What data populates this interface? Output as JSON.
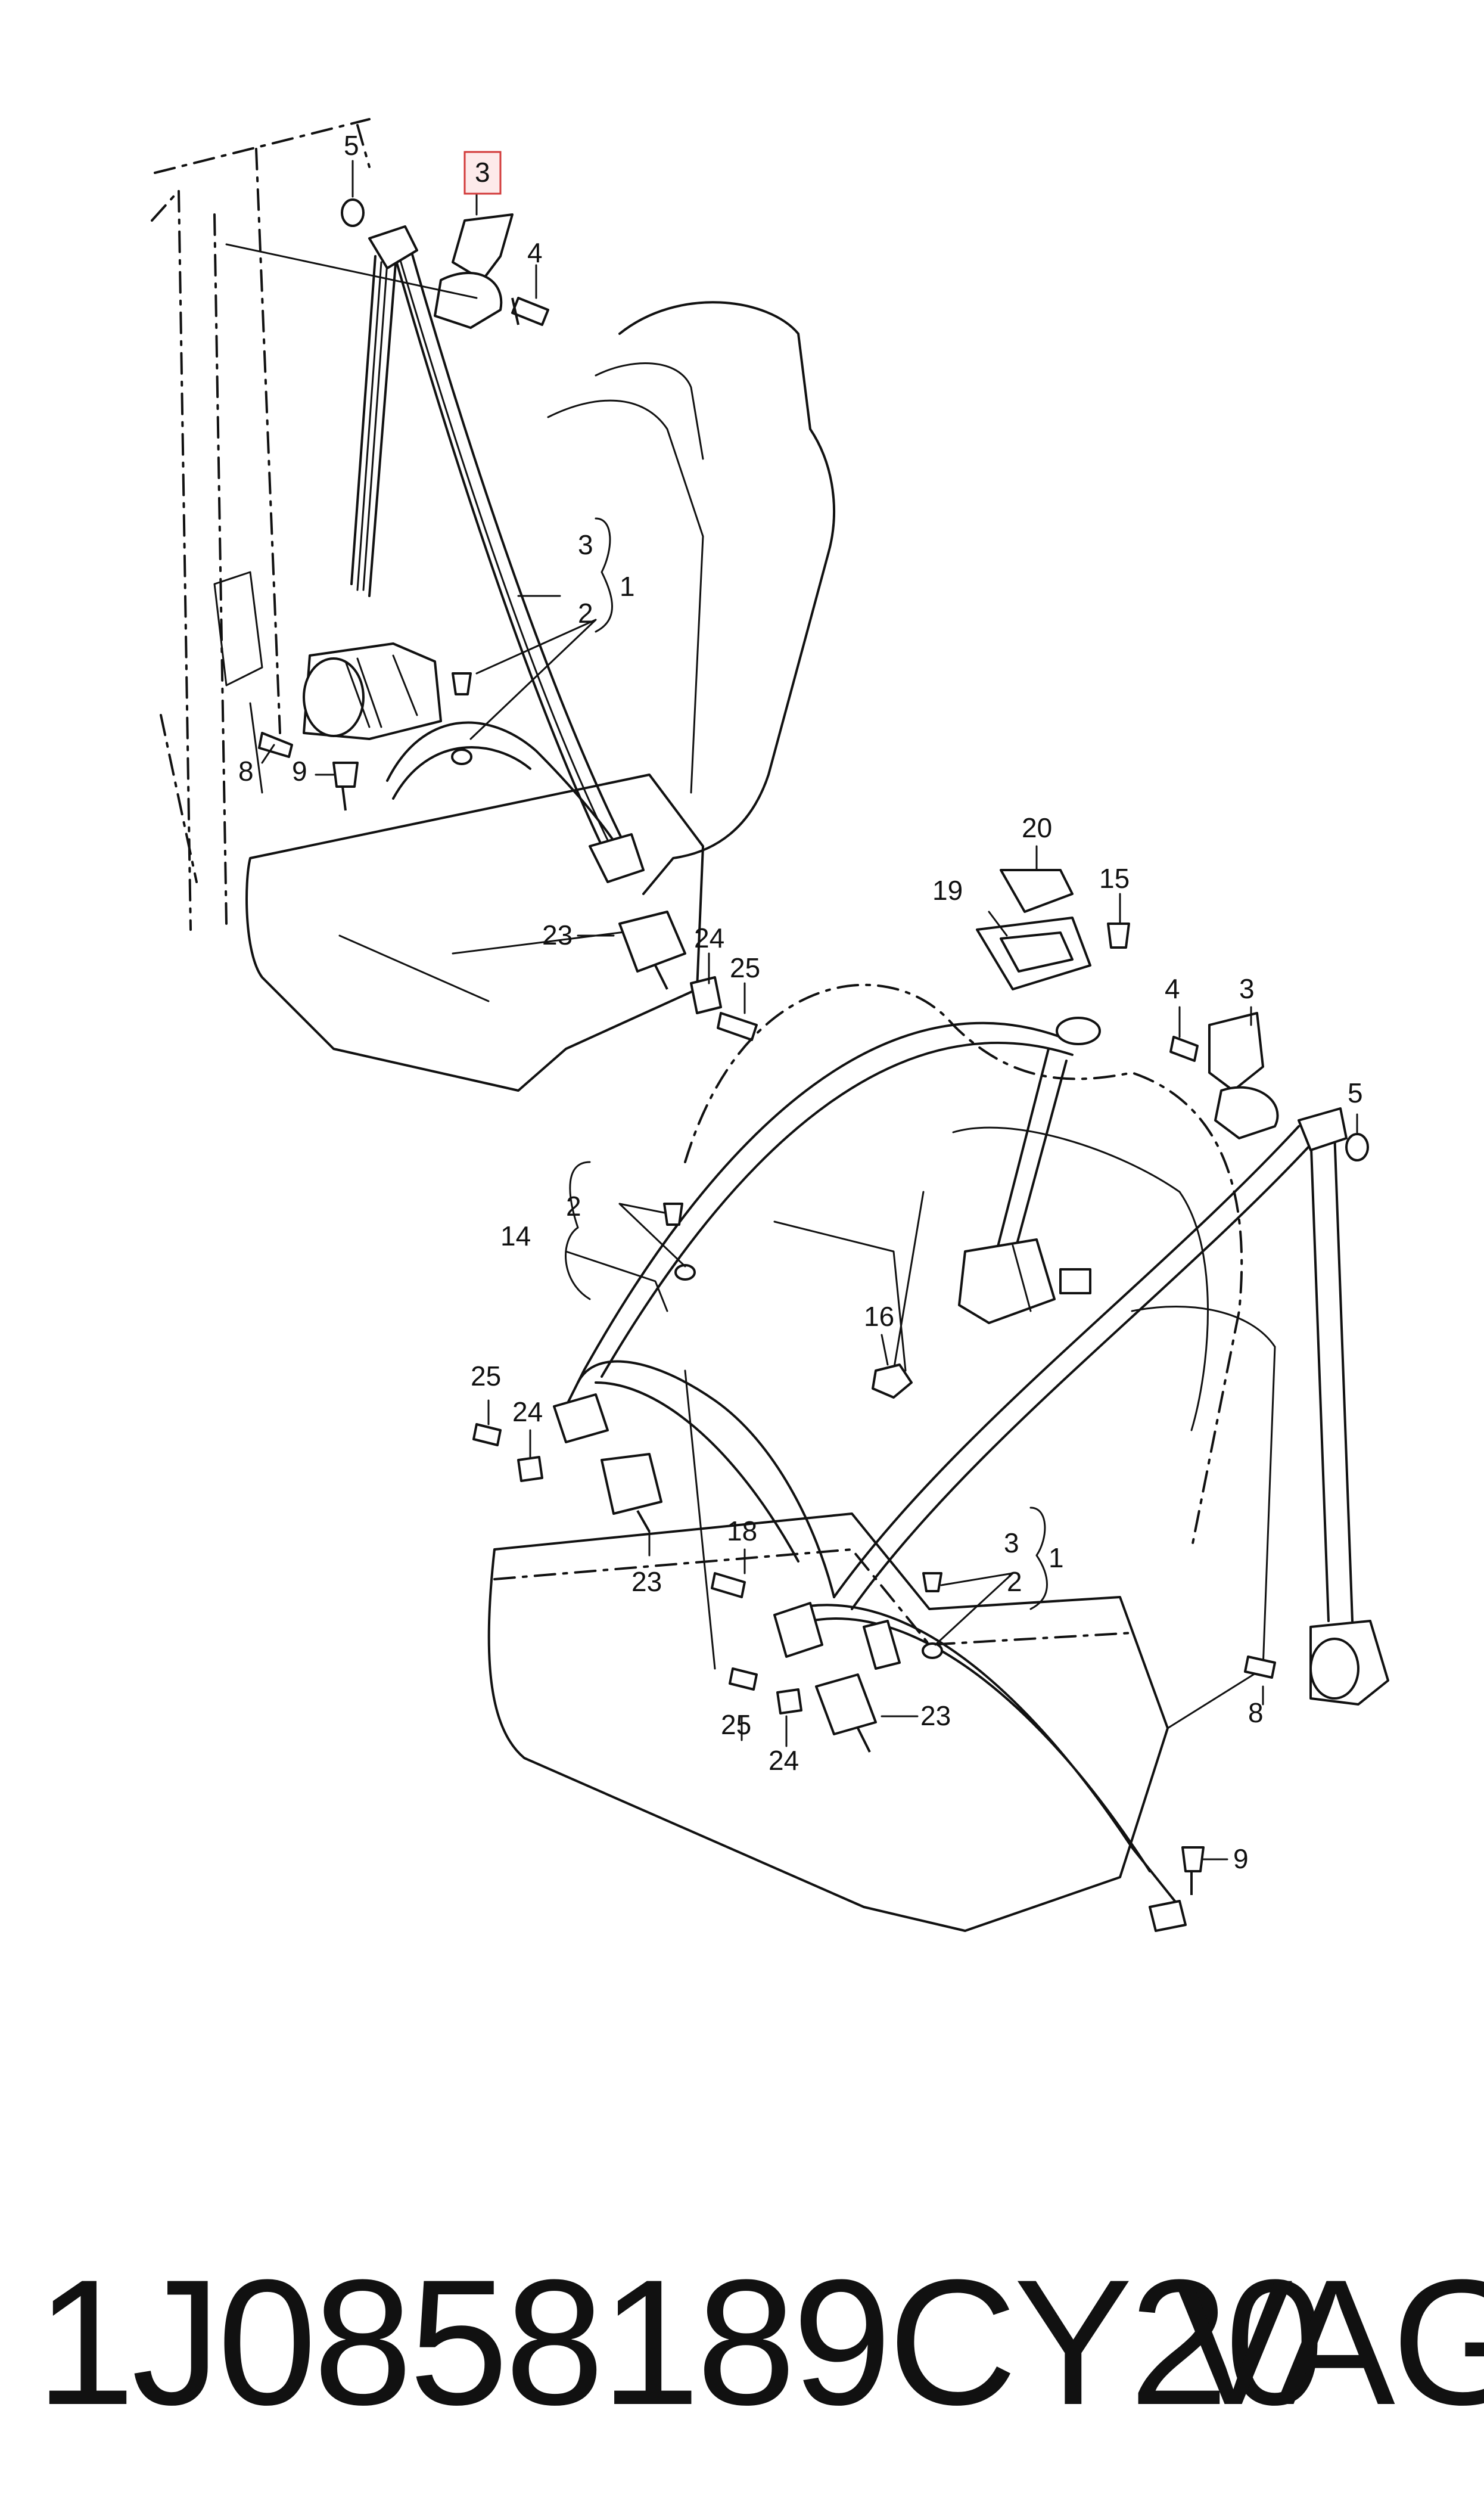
{
  "callouts": {
    "upper": {
      "c5": "5",
      "c3": "3",
      "c4": "4",
      "c3b": "3",
      "c1": "1",
      "c2": "2",
      "c8": "8",
      "c9": "9",
      "c23": "23",
      "c24": "24",
      "c25": "25"
    },
    "lower": {
      "c20": "20",
      "c19": "19",
      "c15": "15",
      "c4": "4",
      "c3": "3",
      "c5": "5",
      "c2": "2",
      "c14": "14",
      "c16": "16",
      "c25": "25",
      "c24": "24",
      "c23": "23",
      "c18": "18",
      "c3b": "3",
      "c1": "1",
      "c2b": "2",
      "c8": "8",
      "c25b": "25",
      "c24b": "24",
      "c23b": "23",
      "c9": "9"
    }
  },
  "highlight": {
    "part": "3",
    "fill": "#fdeaea",
    "stroke": "#d23a3a"
  },
  "caption": {
    "part_number": "1J0858189CY20",
    "brand": "VAG"
  }
}
